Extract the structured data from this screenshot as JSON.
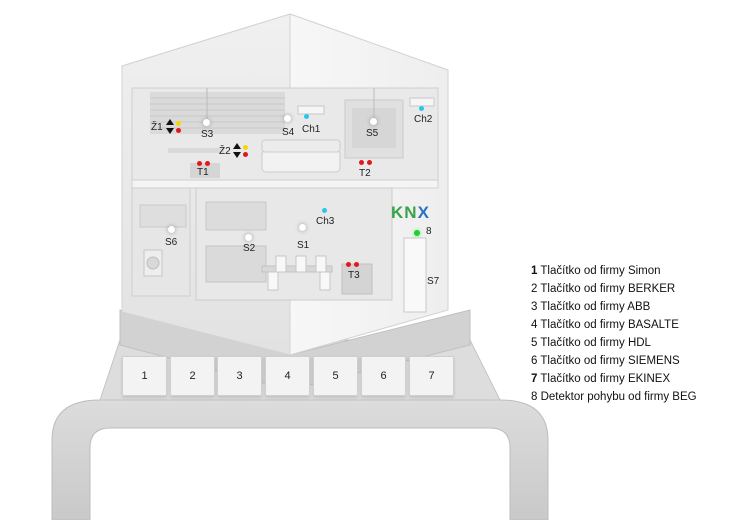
{
  "room_labels": {
    "z1": "Ž1",
    "z2": "Ž2",
    "s1": "S1",
    "s2": "S2",
    "s3": "S3",
    "s4": "S4",
    "s5": "S5",
    "s6": "S6",
    "s7": "S7",
    "ch1": "Ch1",
    "ch2": "Ch2",
    "ch3": "Ch3",
    "t1": "T1",
    "t2": "T2",
    "t3": "T3",
    "detector": "8"
  },
  "logo": {
    "k": "K",
    "n": "N",
    "x": "X"
  },
  "switches": [
    "1",
    "2",
    "3",
    "4",
    "5",
    "6",
    "7"
  ],
  "legend": [
    {
      "num": "1",
      "text": " Tlačítko od firmy Simon",
      "bold": true
    },
    {
      "num": "2",
      "text": " Tlačítko od firmy BERKER",
      "bold": false
    },
    {
      "num": "3",
      "text": " Tlačítko od firmy ABB",
      "bold": false
    },
    {
      "num": "4",
      "text": " Tlačítko od firmy BASALTE",
      "bold": false
    },
    {
      "num": "5",
      "text": " Tlačítko od firmy HDL",
      "bold": false
    },
    {
      "num": "6",
      "text": " Tlačítko od firmy SIEMENS",
      "bold": false
    },
    {
      "num": "7",
      "text": " Tlačítko od firmy EKINEX",
      "bold": true
    },
    {
      "num": "8",
      "text": " Detektor pohybu od firmy BEG",
      "bold": false
    }
  ],
  "colors": {
    "red": "#e0191b",
    "yellow": "#f4d800",
    "cyan": "#27c7e6",
    "green": "#22cc33",
    "knx_green": "#39a24a",
    "knx_blue": "#2b73c2"
  }
}
